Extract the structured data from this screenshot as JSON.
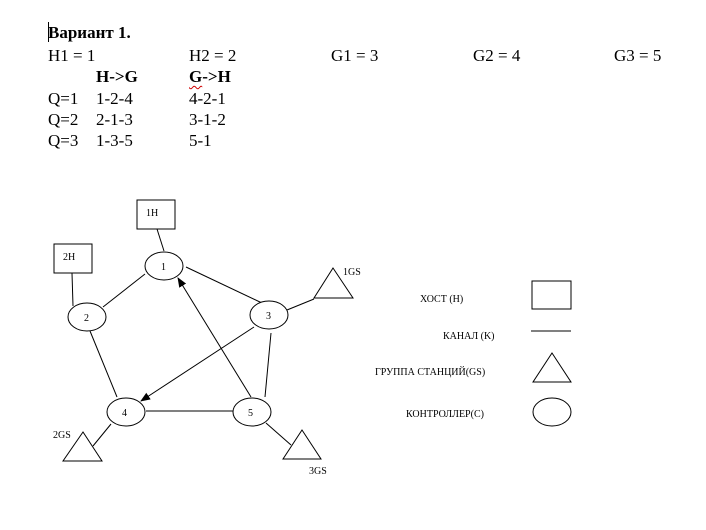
{
  "title": "Вариант 1.",
  "params": {
    "h1": "H1 = 1",
    "h2": "H2 = 2",
    "g1": "G1 = 3",
    "g2": "G2 = 4",
    "g3": "G3 = 5"
  },
  "routes": {
    "headers": {
      "h_to_g": "H->G",
      "g_to_h_prefix": "G",
      "g_to_h_rest": "->H"
    },
    "rows": [
      {
        "q": "Q=1",
        "h_to_g": "1-2-4",
        "g_to_h": "4-2-1"
      },
      {
        "q": "Q=2",
        "h_to_g": "2-1-3",
        "g_to_h": "3-1-2"
      },
      {
        "q": "Q=3",
        "h_to_g": "1-3-5",
        "g_to_h": "5-1"
      }
    ]
  },
  "diagram": {
    "controllers": [
      "1",
      "2",
      "3",
      "4",
      "5"
    ],
    "hosts": [
      "1H",
      "2H"
    ],
    "station_groups": [
      "1GS",
      "2GS",
      "3GS"
    ]
  },
  "legend": {
    "host": "ХОСТ (H)",
    "channel": "КАНАЛ (K)",
    "station_group": "ГРУППА СТАНЦИЙ(GS)",
    "controller": "КОНТРОЛЛЕР(C)"
  }
}
